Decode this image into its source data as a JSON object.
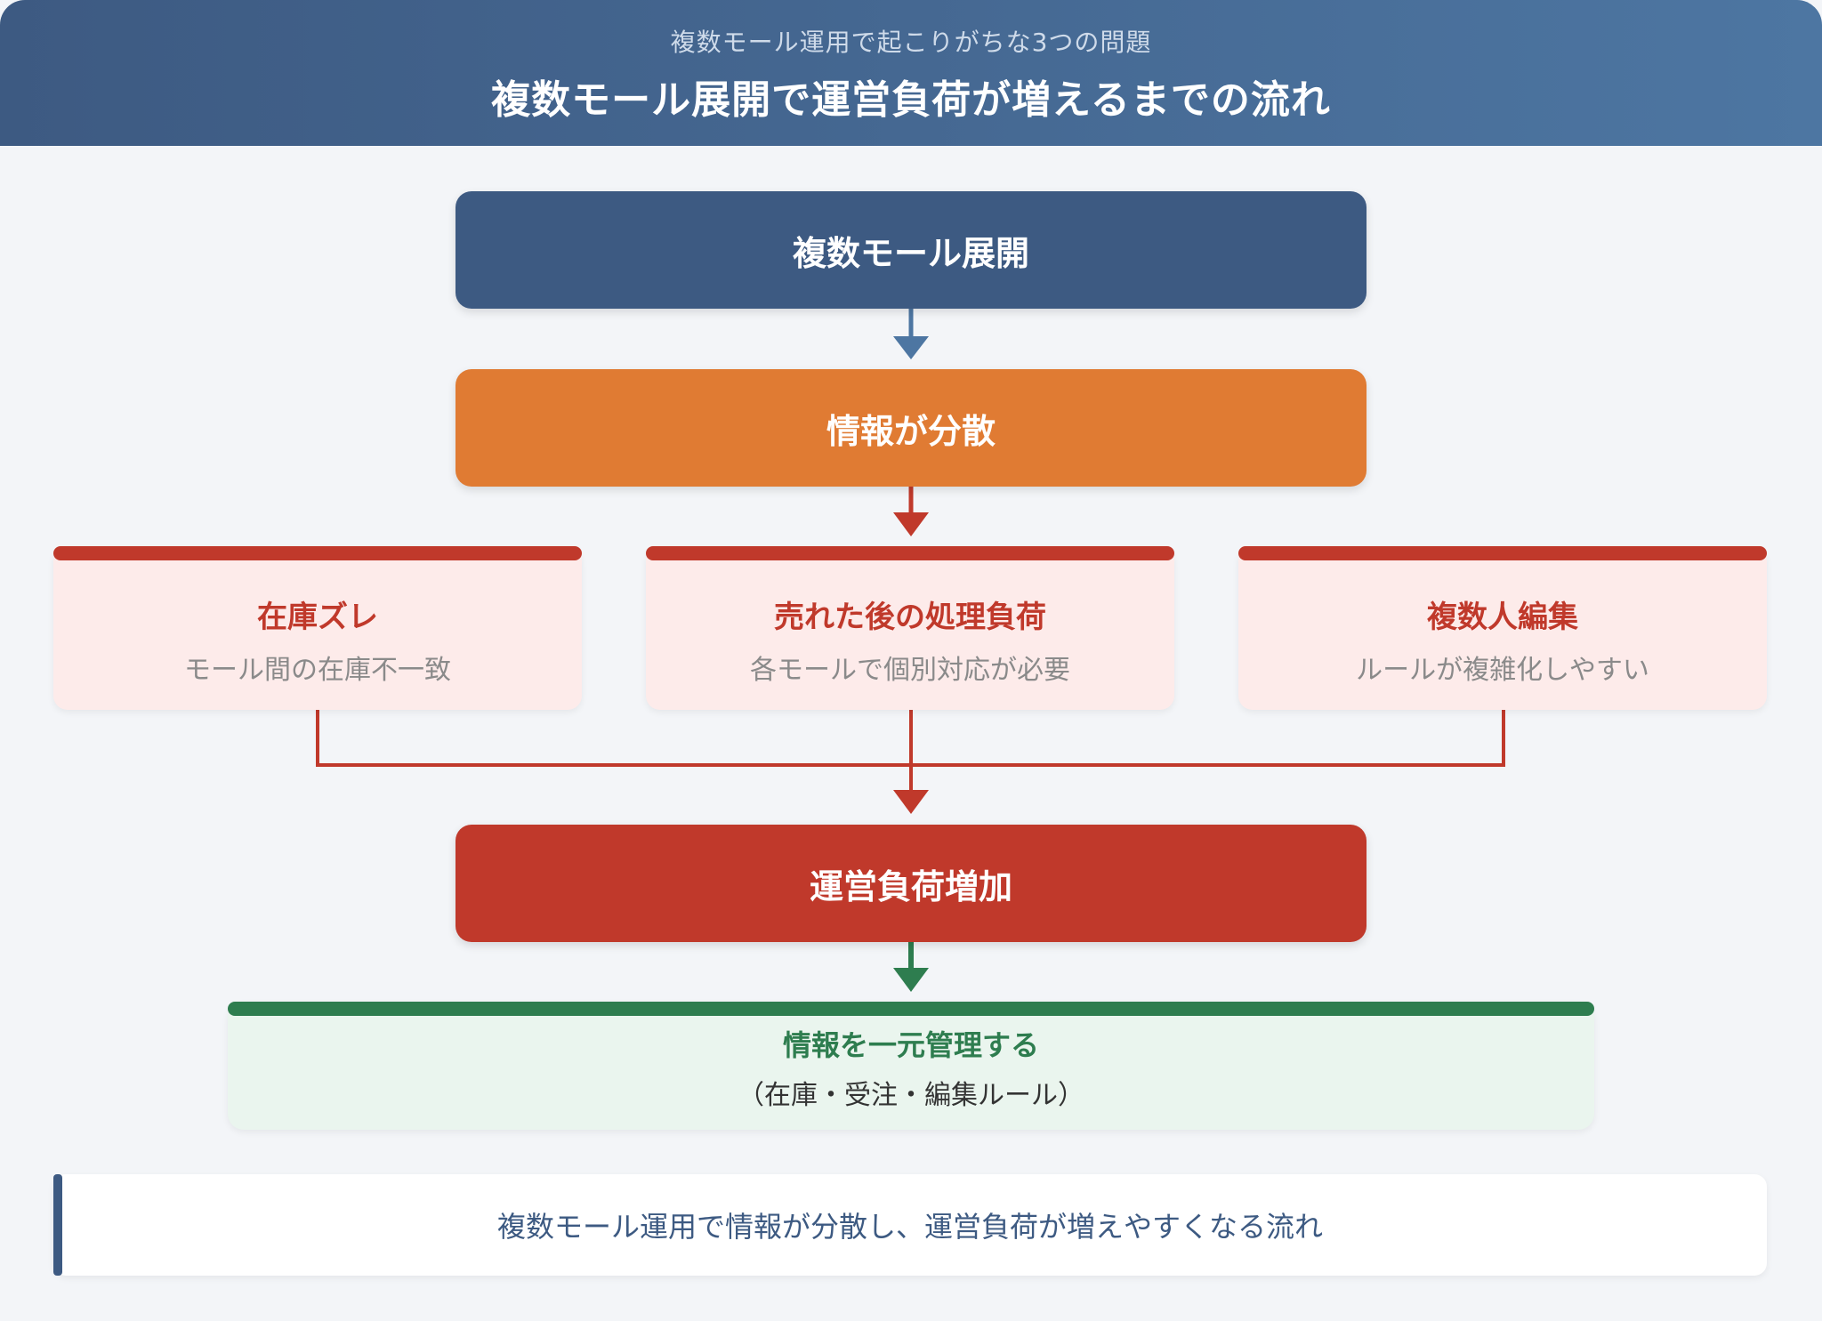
{
  "header": {
    "subtitle": "複数モール運用で起こりがちな3つの問題",
    "title": "複数モール展開で運営負荷が増えるまでの流れ"
  },
  "flow": {
    "step1": "複数モール展開",
    "step2": "情報が分散",
    "problems": [
      {
        "title": "在庫ズレ",
        "desc": "モール間の在庫不一致"
      },
      {
        "title": "売れた後の処理負荷",
        "desc": "各モールで個別対応が必要"
      },
      {
        "title": "複数人編集",
        "desc": "ルールが複雑化しやすい"
      }
    ],
    "result": "運営負荷増加",
    "solution": {
      "title": "情報を一元管理する",
      "desc": "（在庫・受注・編集ルール）"
    }
  },
  "summary": "複数モール運用で情報が分散し、運営負荷が増えやすくなる流れ",
  "colors": {
    "navy": "#3d5a82",
    "orange": "#e07b33",
    "red": "#c0392b",
    "green": "#2e7d4f"
  }
}
